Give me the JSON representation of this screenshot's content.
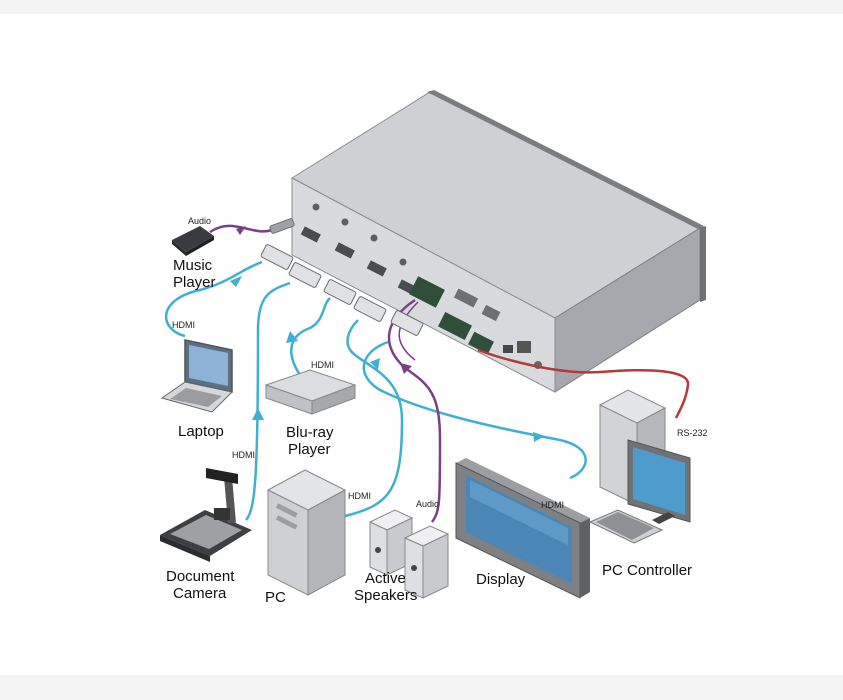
{
  "devices": {
    "music_player": [
      "Music",
      "Player"
    ],
    "laptop": "Laptop",
    "bluray": [
      "Blu-ray",
      "Player"
    ],
    "document_camera": [
      "Document",
      "Camera"
    ],
    "pc": "PC",
    "speakers": [
      "Active",
      "Speakers"
    ],
    "display": "Display",
    "pc_controller": "PC Controller"
  },
  "cables": {
    "audio_top": "Audio",
    "hdmi_laptop": "HDMI",
    "hdmi_bluray": "HDMI",
    "hdmi_camera": "HDMI",
    "hdmi_pc": "HDMI",
    "audio_speakers": "Audio",
    "hdmi_display": "HDMI",
    "rs232": "RS-232"
  },
  "colors": {
    "hdmi": "#3fb0cf",
    "audio": "#7a3f86",
    "rs232": "#b23a3a",
    "chassis": "#9a9da3"
  }
}
